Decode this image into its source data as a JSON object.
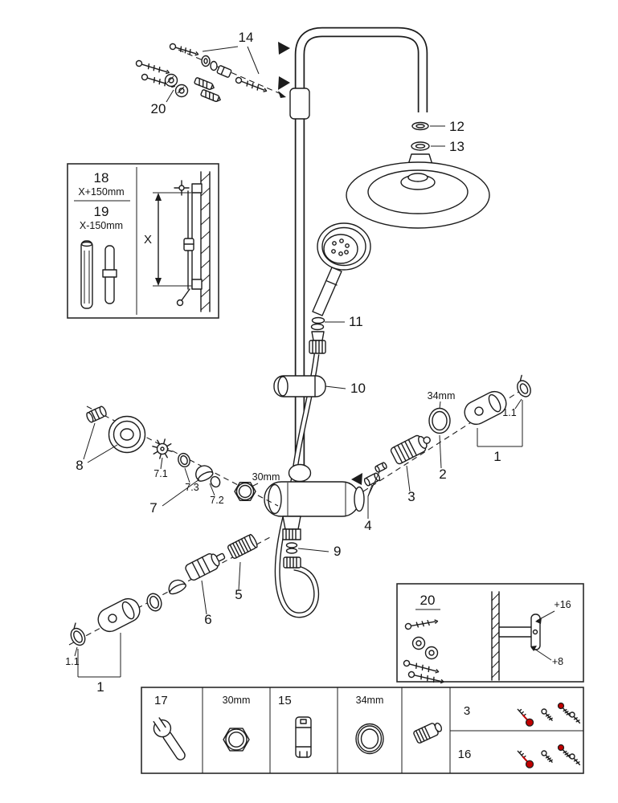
{
  "colors": {
    "ink": "#1c1c1c",
    "accent_red": "#c00000",
    "paper": "#ffffff"
  },
  "callouts": {
    "part14": "14",
    "part20_top": "20",
    "part12": "12",
    "part13": "13",
    "part11": "11",
    "part10": "10",
    "part9": "9",
    "part8": "8",
    "part7": "7",
    "part7_1": "7.1",
    "part7_2": "7.2",
    "part7_3": "7.3",
    "size30_mid": "30mm",
    "part4": "4",
    "part3": "3",
    "part2": "2",
    "size34_mid": "34mm",
    "part1_right": "1",
    "part1_1_right": "1.1",
    "part5": "5",
    "part6": "6",
    "part1_left": "1",
    "part1_1_left": "1.1"
  },
  "inset_height": {
    "part18": "18",
    "dim18": "X+150mm",
    "part19": "19",
    "dim19": "X-150mm",
    "axis": "X"
  },
  "inset_mount": {
    "part20": "20",
    "offset_top": "+16",
    "offset_bottom": "+8"
  },
  "table": {
    "tool17": "17",
    "size30": "30mm",
    "tool15": "15",
    "size34": "34mm",
    "row3": "3",
    "row16": "16"
  },
  "icons": {
    "wrench": "open-end-wrench-icon",
    "nut30": "hex-nut-icon",
    "tool15": "mounting-tool-icon",
    "ring34": "ring-nut-icon",
    "adapter": "check-valve-icon",
    "thermometer": "thermometer-icon",
    "screw": "screw-icon"
  }
}
